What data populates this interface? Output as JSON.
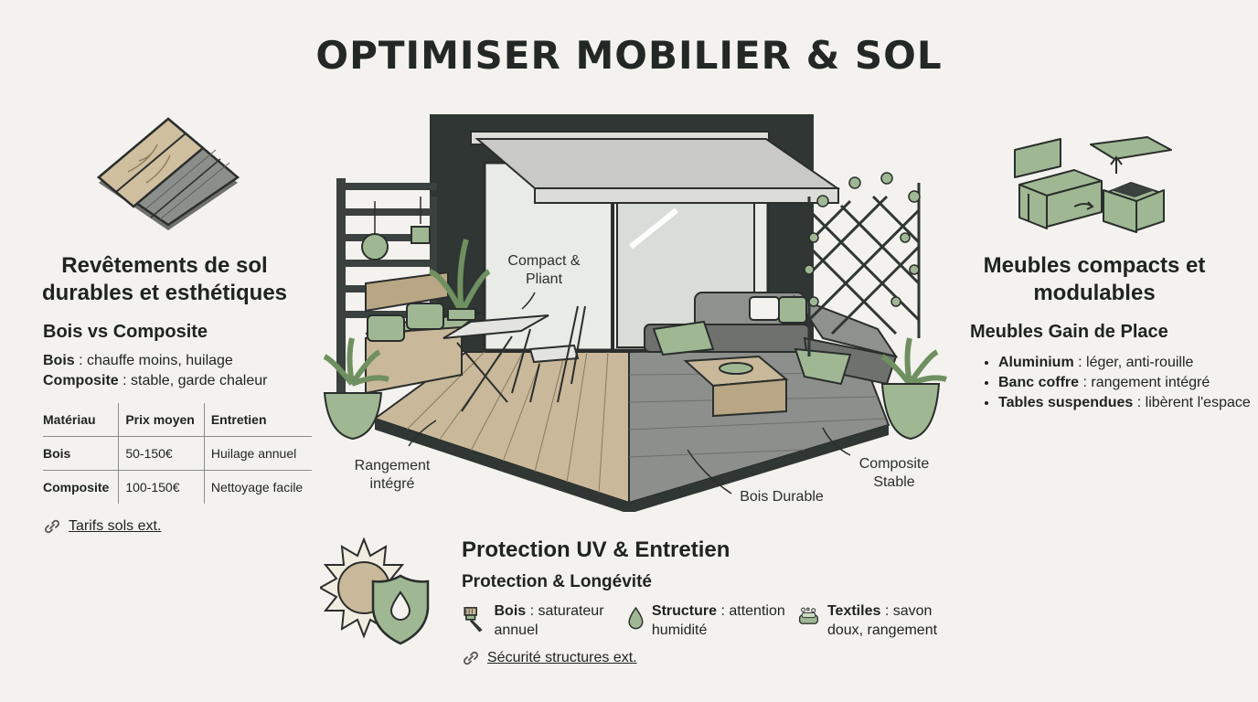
{
  "title": "OPTIMISER MOBILIER & SOL",
  "left": {
    "heading": "Revêtements de sol durables et esthétiques",
    "subheading": "Bois vs Composite",
    "line1_bold": "Bois",
    "line1_text": " : chauffe moins, huilage",
    "line2_bold": "Composite",
    "line2_text": " : stable, garde chaleur",
    "table": {
      "headers": [
        "Matériau",
        "Prix moyen",
        "Entretien"
      ],
      "rows": [
        [
          "Bois",
          "50-150€",
          "Huilage annuel"
        ],
        [
          "Composite",
          "100-150€",
          "Nettoyage facile"
        ]
      ]
    },
    "link": "Tarifs sols ext."
  },
  "right": {
    "heading": "Meubles compacts et modulables",
    "subheading": "Meubles Gain de Place",
    "items": [
      {
        "bold": "Aluminium",
        "text": " : léger, anti-rouille"
      },
      {
        "bold": "Banc coffre",
        "text": " : rangement intégré"
      },
      {
        "bold": "Tables suspendues",
        "text": " : libèrent l'espace"
      }
    ]
  },
  "callouts": {
    "compact": "Compact & Pliant",
    "rangement": "Rangement intégré",
    "composite": "Composite Stable",
    "bois": "Bois Durable"
  },
  "bottom": {
    "heading": "Protection UV & Entretien",
    "subheading": "Protection & Longévité",
    "tips": [
      {
        "bold": "Bois",
        "text": " : saturateur annuel",
        "icon": "brush-icon"
      },
      {
        "bold": "Structure",
        "text": " : attention humidité",
        "icon": "droplet-icon"
      },
      {
        "bold": "Textiles",
        "text": " : savon doux, rangement",
        "icon": "soap-icon"
      }
    ],
    "link": "Sécurité structures ext."
  },
  "colors": {
    "sage": "#9fb893",
    "dark": "#2f3633",
    "wood": "#c9b89a",
    "grey_deck": "#8d8f8c"
  }
}
